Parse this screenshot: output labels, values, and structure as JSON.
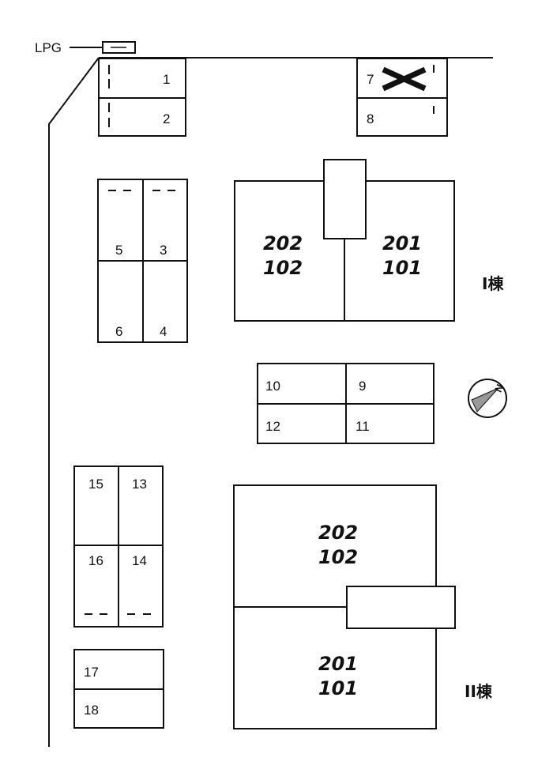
{
  "diagram": {
    "type": "parking-site-plan",
    "lpg_label": "LPG",
    "parking_spaces": [
      {
        "id": "1",
        "label": "1"
      },
      {
        "id": "2",
        "label": "2"
      },
      {
        "id": "3",
        "label": "3"
      },
      {
        "id": "4",
        "label": "4"
      },
      {
        "id": "5",
        "label": "5"
      },
      {
        "id": "6",
        "label": "6"
      },
      {
        "id": "7",
        "label": "7",
        "unavailable": true
      },
      {
        "id": "8",
        "label": "8"
      },
      {
        "id": "9",
        "label": "9"
      },
      {
        "id": "10",
        "label": "10"
      },
      {
        "id": "11",
        "label": "11"
      },
      {
        "id": "12",
        "label": "12"
      },
      {
        "id": "13",
        "label": "13"
      },
      {
        "id": "14",
        "label": "14"
      },
      {
        "id": "15",
        "label": "15"
      },
      {
        "id": "16",
        "label": "16"
      },
      {
        "id": "17",
        "label": "17"
      },
      {
        "id": "18",
        "label": "18"
      }
    ],
    "buildings": [
      {
        "name": "I棟",
        "units": [
          {
            "upper": "202",
            "lower": "102"
          },
          {
            "upper": "201",
            "lower": "101"
          }
        ]
      },
      {
        "name": "II棟",
        "units": [
          {
            "upper": "202",
            "lower": "102"
          },
          {
            "upper": "201",
            "lower": "101"
          }
        ]
      }
    ],
    "compass": {
      "label": "N",
      "icon": "north-arrow-icon"
    }
  }
}
